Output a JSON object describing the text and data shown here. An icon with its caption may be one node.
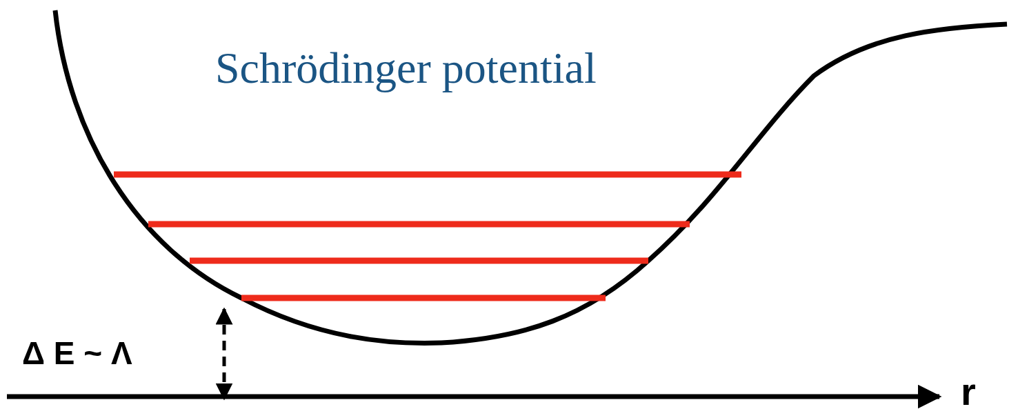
{
  "diagram": {
    "title": "Schrödinger potential",
    "labels": [
      "Δ E ~ Λ",
      "r"
    ]
  }
}
